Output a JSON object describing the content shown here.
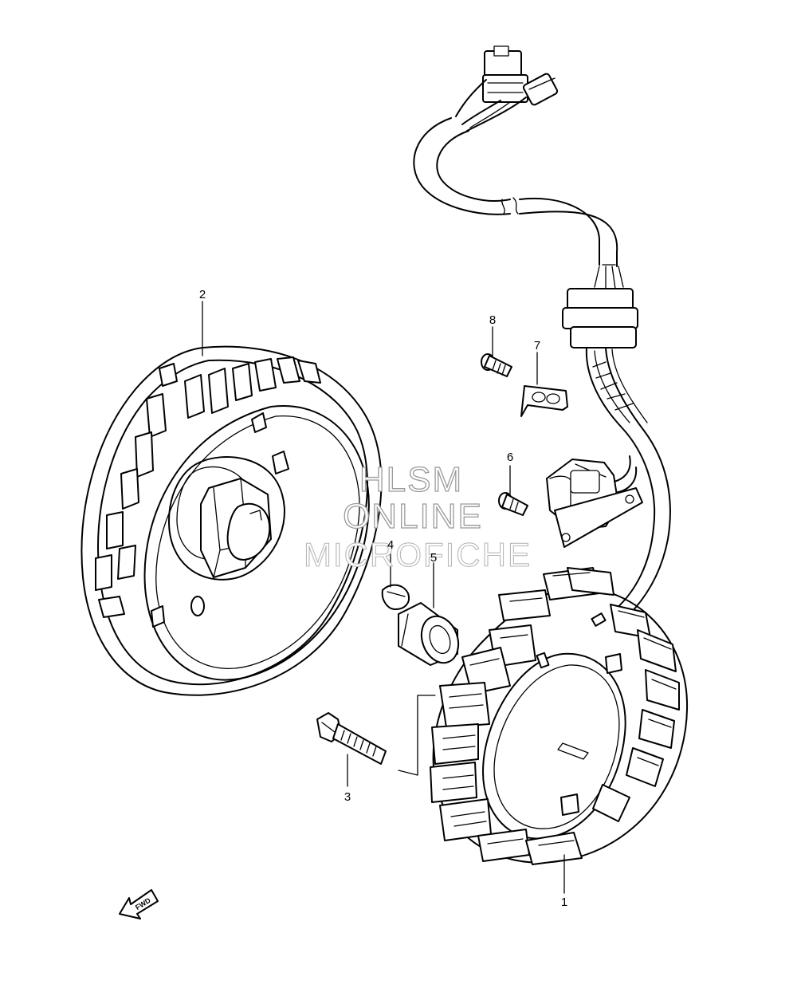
{
  "diagram": {
    "watermark": {
      "line1": "HLSM",
      "line2": "ONLINE",
      "line3": "MICROFICHE"
    },
    "fwd_marker": "FWD",
    "callouts": [
      {
        "key": "stator",
        "number": "1"
      },
      {
        "key": "rotor",
        "number": "2"
      },
      {
        "key": "rotor-bolt",
        "number": "3"
      },
      {
        "key": "key",
        "number": "4"
      },
      {
        "key": "bushing",
        "number": "5"
      },
      {
        "key": "pickup-screw",
        "number": "6"
      },
      {
        "key": "wire-clamp",
        "number": "7"
      },
      {
        "key": "clamp-screw",
        "number": "8"
      }
    ]
  }
}
